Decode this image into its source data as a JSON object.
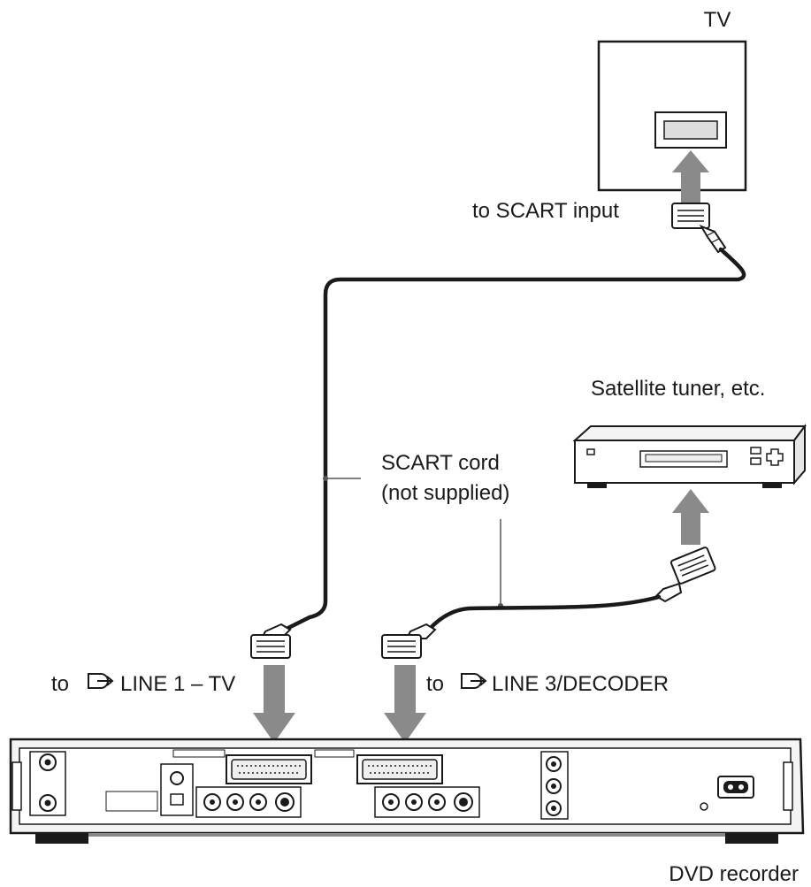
{
  "diagram": {
    "tv_label": "TV",
    "scart_input_label": "to SCART input",
    "satellite_label": "Satellite tuner, etc.",
    "cord_label_line1": "SCART cord",
    "cord_label_line2": "(not supplied)",
    "line1_prefix": "to",
    "line1_label": "LINE 1 – TV",
    "line3_prefix": "to",
    "line3_label": "LINE 3/DECODER",
    "recorder_label": "DVD recorder"
  },
  "colors": {
    "arrow": "#8a8a8a",
    "outline": "#1a1a1a",
    "device_fill": "#f4f4f4"
  }
}
